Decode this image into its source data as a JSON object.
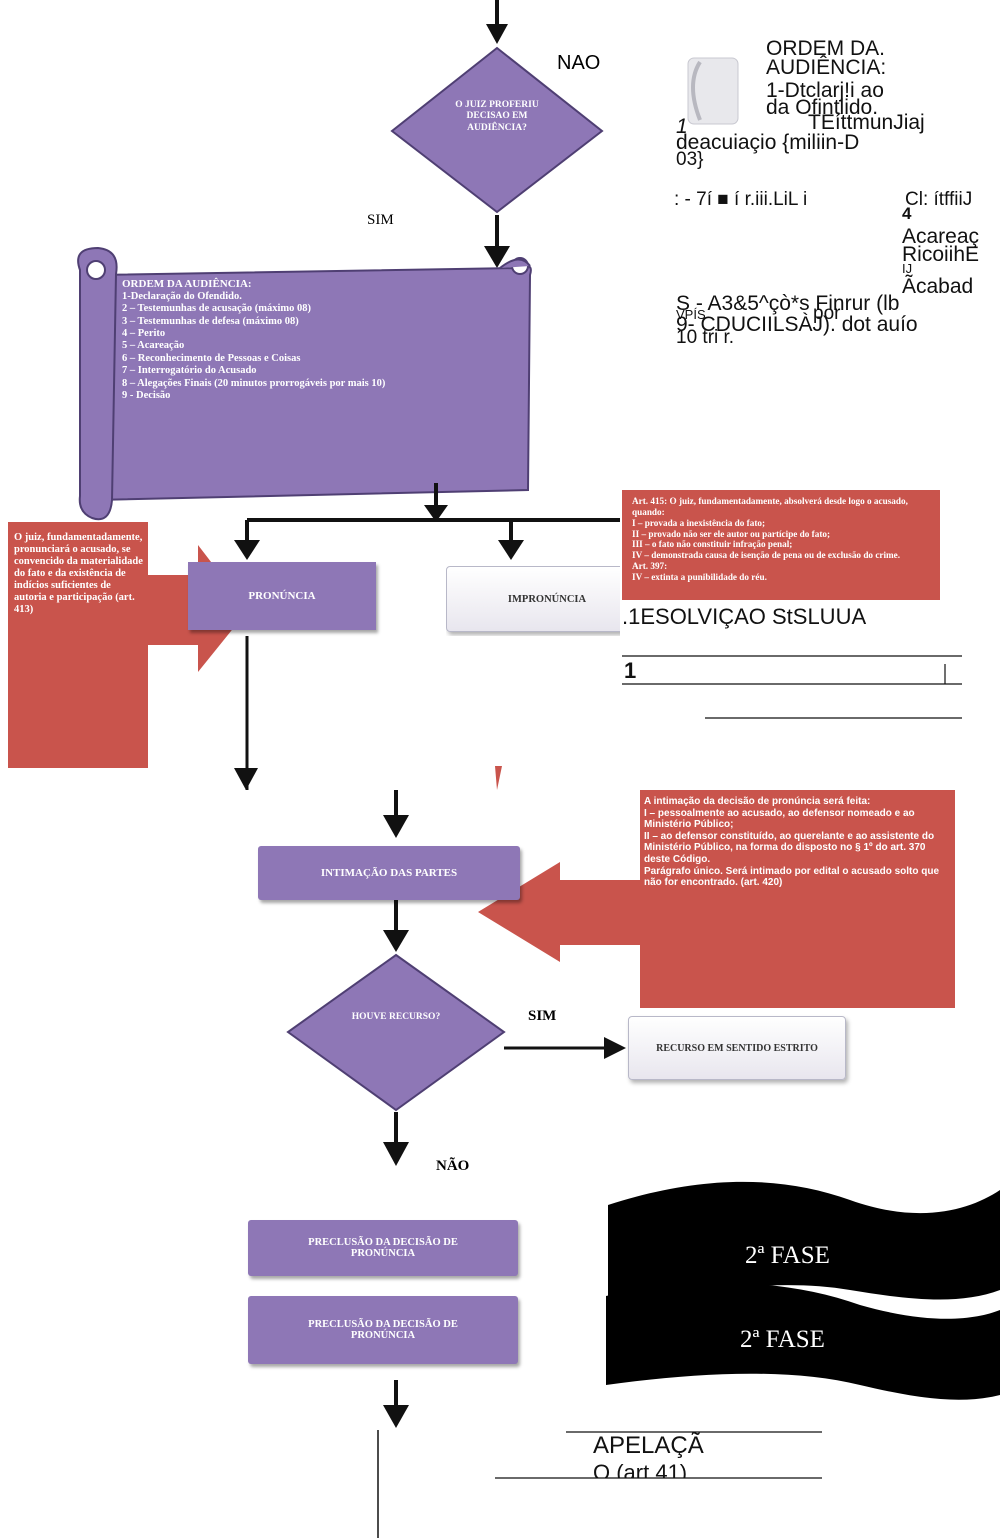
{
  "decision1": {
    "label": "O JUIZ PROFERIU DECISAO EM AUDIÊNCIA?",
    "no_label": "NAO",
    "yes_label": "SIM"
  },
  "ordem": {
    "title": "ORDEM DA AUDIÊNCIA:",
    "items": [
      "1-Declaração do Ofendido.",
      "2 – Testemunhas de acusação (máximo 08)",
      "3 – Testemunhas de defesa (máximo 08)",
      "4 – Perito",
      "5 – Acareação",
      "6 – Reconhecimento de Pessoas e Coisas",
      "7 – Interrogatório do Acusado",
      "8 – Alegações Finais (20 minutos prorrogáveis por mais 10)",
      "9 - Decisão"
    ]
  },
  "ocr_block": {
    "lines": [
      "ORDEM DA.",
      "AUDIÊNCIA:",
      "1-Dtclarj!i ao",
      "da Ofintlido.",
      "TEíttmunJiaj",
      "1",
      "deacuiaçio {miliin-D",
      "03}",
      ": - 7í ■ í r.iii.LiL i",
      "Cl: ítffiiJ",
      "4",
      "Acareaç",
      "RicoiihE",
      "IJ",
      "Ãcabad",
      "S - A3&5^çò*s Finrur (lb",
      "VPÍS",
      "por",
      "9- CDUCIILSÀJ). dot auío",
      "10 tri r."
    ]
  },
  "pronuncia_note": "O juiz, fundamentadamente, pronunciará o acusado, se convencido da materialidade do fato e da existência de indícios suficientes de autoria e participação (art. 413)",
  "pronuncia_label": "PRONÚNCIA",
  "impronuncia_label": "IMPRONÚNCIA",
  "absolvicao_note": [
    "Art. 415: O juiz, fundamentadamente, absolverá desde logo o acusado, quando:",
    "I – provada a inexistência do fato;",
    "II – provado não ser ele autor ou partícipe do fato;",
    "III – o fato não constituir infração penal;",
    "IV – demonstrada causa de isenção de pena ou de exclusão do crime.",
    "Art. 397:",
    "IV – extinta a punibilidade do réu."
  ],
  "absolvicao_ocr": ".1ESOLVIÇAO StSLUUA",
  "ocr_one": "1",
  "intimacao_label": "INTIMAÇÃO DAS PARTES",
  "intimacao_note": [
    "A intimação da decisão de pronúncia será feita:",
    "I – pessoalmente ao acusado, ao defensor nomeado e ao Ministério Público;",
    "II – ao defensor constituído, ao querelante e ao assistente do Ministério Público, na forma do disposto no § 1º do art. 370 deste Código.",
    "Parágrafo único. Será intimado por edital o acusado solto que não for encontrado. (art. 420)"
  ],
  "decision2": {
    "label": "HOUVE RECURSO?",
    "yes_label": "SIM",
    "no_label": "NÃO"
  },
  "recurso_label": "RECURSO EM SENTIDO ESTRITO",
  "preclusao_label_1": "PRECLUSÃO DA DECISÃO DE PRONÚNCIA",
  "preclusao_label_2": "PRECLUSÃO DA DECISÃO DE PRONÚNCIA",
  "fase_label_1": "2ª FASE",
  "fase_label_2": "2ª FASE",
  "apelacao_line1": "APELAÇÃ",
  "apelacao_line2": "O (art.41)"
}
